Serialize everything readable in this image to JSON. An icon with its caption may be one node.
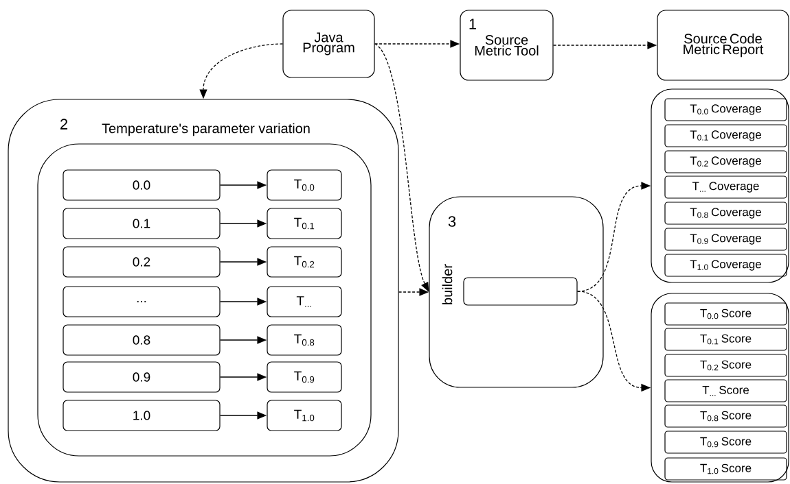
{
  "diagram": {
    "nodes": [
      {
        "text": [
          "Java Program"
        ]
      },
      {
        "text": [
          "1",
          "Source Metric Tool"
        ]
      },
      {
        "text": [
          "Source Code Metric Report"
        ]
      },
      {
        "text": [
          "2"
        ]
      },
      {
        "text": [
          "Temperature's parameter variation"
        ],
        "in": 3
      },
      {
        "text": [
          "0.0"
        ],
        "in": 4
      },
      {
        "text": [
          "T$_{0.0}$"
        ],
        "in": 4
      },
      {
        "text": [
          "0.1"
        ],
        "in": 4
      },
      {
        "text": [
          "T$_{0.1}$"
        ],
        "in": 4
      },
      {
        "text": [
          "0.2"
        ],
        "in": 4
      },
      {
        "text": [
          "T$_{0.2}$"
        ],
        "in": 4
      },
      {
        "text": [
          "..."
        ],
        "in": 4
      },
      {
        "text": [
          "T$_{...}$"
        ],
        "in": 4
      },
      {
        "text": [
          "0.8"
        ],
        "in": 4
      },
      {
        "text": [
          "T$_{0.8}$"
        ],
        "in": 4
      },
      {
        "text": [
          "0.9"
        ],
        "in": 4
      },
      {
        "text": [
          "T$_{0.9}$"
        ],
        "in": 4
      },
      {
        "text": [
          "1.0"
        ],
        "in": 4
      },
      {
        "text": [
          "T$_{1.0}$"
        ],
        "in": 4
      },
      {
        "text": [
          "3",
          "builder"
        ]
      },
      {
        "text": [],
        "shape": "box",
        "in": 19
      },
      {
        "text": [],
        "shape": "box"
      },
      {
        "text": [
          "T$_{0.0}$ Coverage"
        ],
        "in": 21
      },
      {
        "text": [
          "T$_{0.1}$ Coverage"
        ],
        "in": 21
      },
      {
        "text": [
          "T$_{0.2}$ Coverage"
        ],
        "in": 21
      },
      {
        "text": [
          "T$_{...}$ Coverage"
        ],
        "in": 21
      },
      {
        "text": [
          "T$_{0.8}$ Coverage"
        ],
        "in": 21
      },
      {
        "text": [
          "T$_{0.9}$ Coverage"
        ],
        "in": 21
      },
      {
        "text": [
          "T$_{1.0}$ Coverage"
        ],
        "in": 21
      },
      {
        "text": [],
        "shape": "box"
      },
      {
        "text": [
          "T$_{0.0}$ Score"
        ],
        "in": 29
      },
      {
        "text": [
          "T$_{0.1}$ Score"
        ],
        "in": 29
      },
      {
        "text": [
          "T$_{0.2}$ Score"
        ],
        "in": 29
      },
      {
        "text": [
          "T$_{...}$ Score"
        ],
        "in": 29
      },
      {
        "text": [
          "T$_{0.8}$ Score"
        ],
        "in": 29
      },
      {
        "text": [
          "T$_{0.9}$ Score"
        ],
        "in": 29
      },
      {
        "text": [
          "T$_{1.0}$ Score"
        ],
        "in": 29
      }
    ],
    "edges": [
      {
        "from": 0,
        "to": 1,
        "arrow": "to",
        "style": "dashed"
      },
      {
        "from": 1,
        "to": 2,
        "arrow": "to",
        "style": "dashed"
      },
      {
        "from": 0,
        "to": 3,
        "arrow": "to",
        "style": "dashed"
      },
      {
        "from": 0,
        "to": 19,
        "arrow": "to",
        "style": "dashed"
      },
      {
        "from": 3,
        "to": 19,
        "arrow": "to",
        "style": "dashed"
      },
      {
        "from": 20,
        "to": 21,
        "arrow": "to",
        "style": "dashed"
      },
      {
        "from": 20,
        "to": 29,
        "arrow": "to",
        "style": "dashed"
      },
      {
        "from": 5,
        "to": 6,
        "arrow": "to"
      },
      {
        "from": 7,
        "to": 8,
        "arrow": "to"
      },
      {
        "from": 9,
        "to": 10,
        "arrow": "to"
      },
      {
        "from": 11,
        "to": 12,
        "arrow": "to"
      },
      {
        "from": 13,
        "to": 14,
        "arrow": "to"
      },
      {
        "from": 15,
        "to": 16,
        "arrow": "to"
      },
      {
        "from": 17,
        "to": 18,
        "arrow": "to"
      }
    ]
  }
}
